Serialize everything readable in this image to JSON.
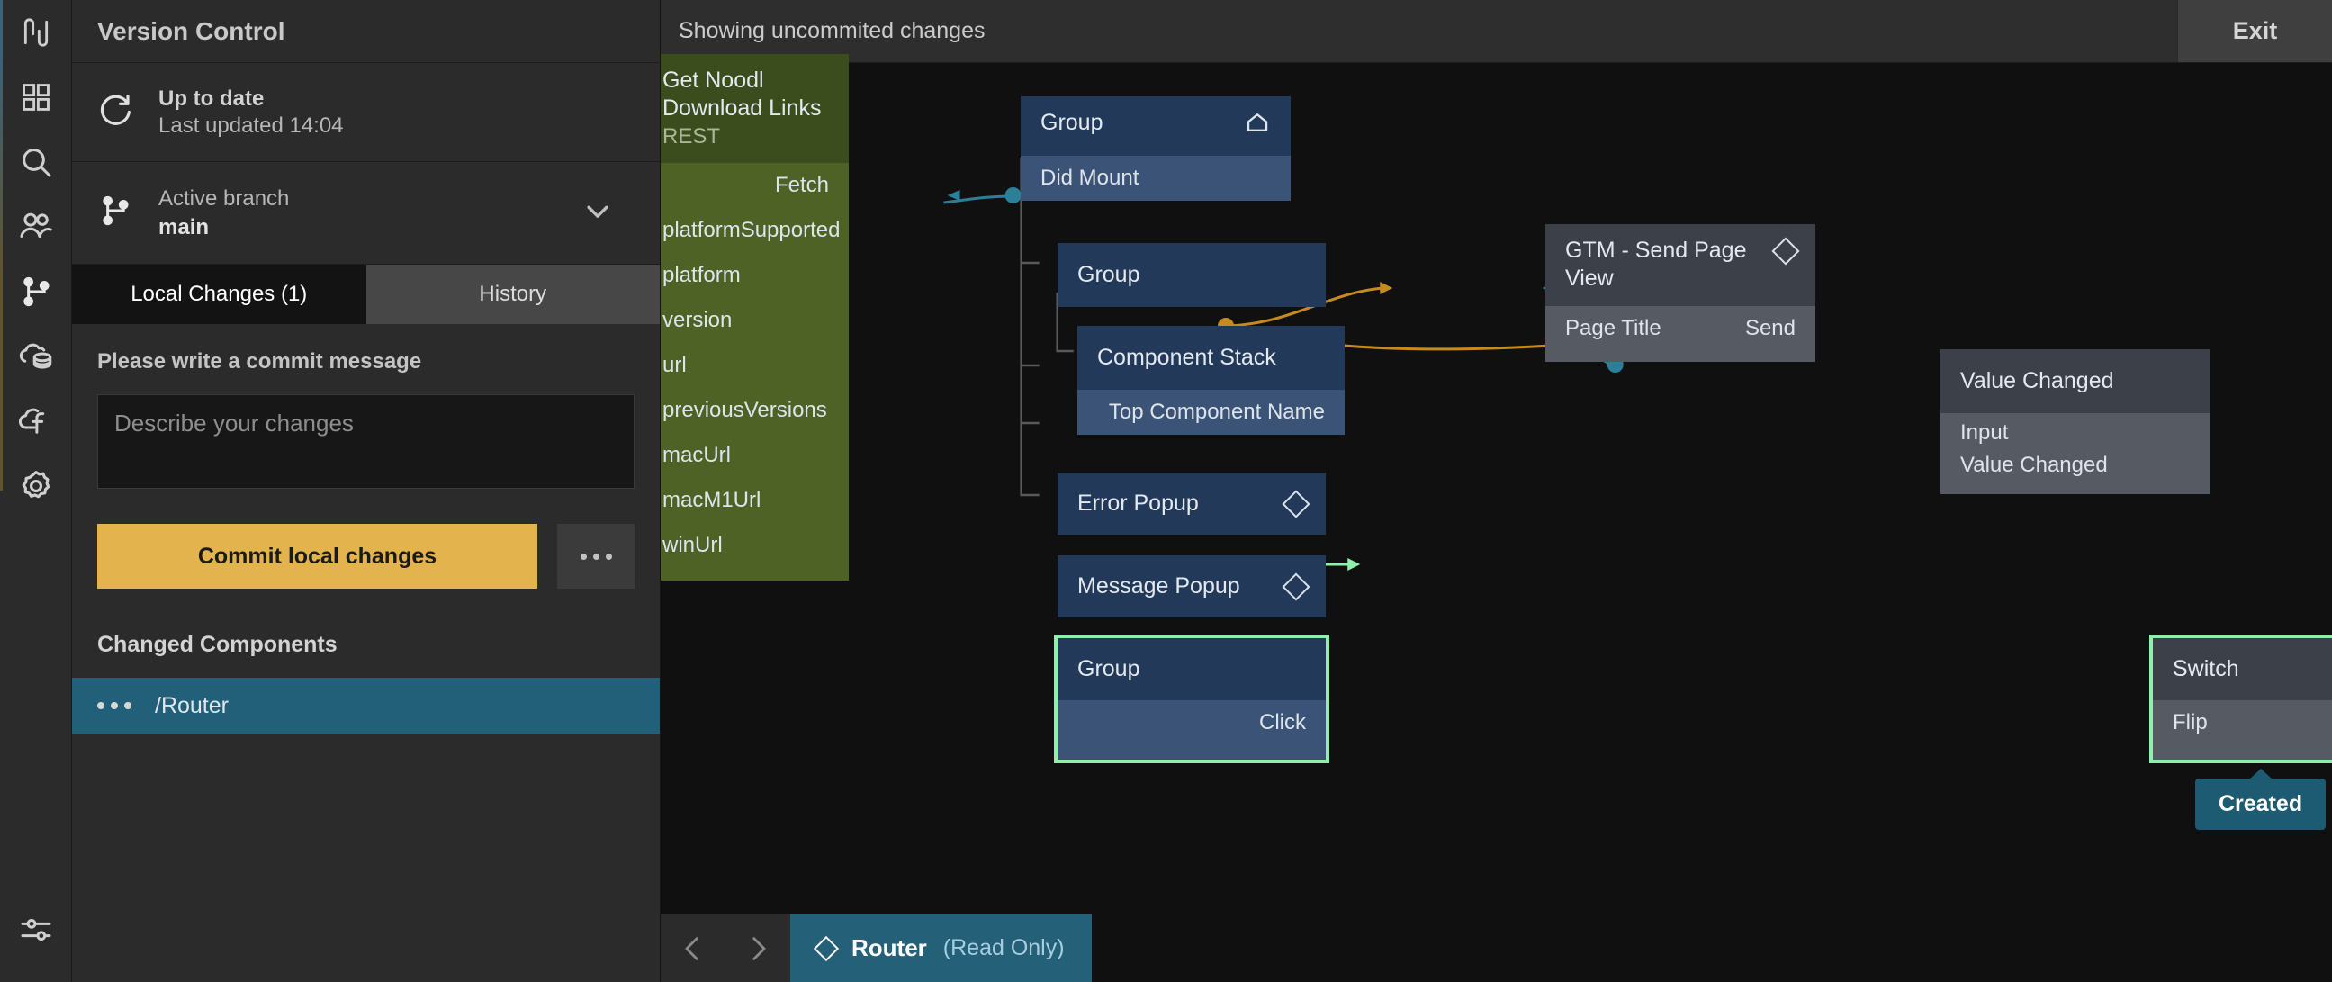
{
  "rail": {
    "items": [
      {
        "name": "noodl-logo-icon",
        "label": "Noodl"
      },
      {
        "name": "components-grid-icon",
        "label": "Components"
      },
      {
        "name": "search-icon",
        "label": "Search"
      },
      {
        "name": "users-icon",
        "label": "Users"
      },
      {
        "name": "version-control-branch-icon",
        "label": "Version Control"
      },
      {
        "name": "cloud-data-icon",
        "label": "Cloud Data"
      },
      {
        "name": "cloud-functions-icon",
        "label": "Cloud Functions"
      },
      {
        "name": "settings-gear-icon",
        "label": "Settings"
      }
    ],
    "bottom": {
      "name": "sliders-icon",
      "label": "Preferences"
    }
  },
  "panel": {
    "title": "Version Control",
    "status": {
      "icon": "refresh-icon",
      "headline": "Up to date",
      "sub": "Last updated 14:04"
    },
    "branch": {
      "icon": "branch-icon",
      "label": "Active branch",
      "value": "main",
      "chevron": "chevron-down-icon"
    },
    "tabs": [
      {
        "label": "Local Changes (1)",
        "active": true
      },
      {
        "label": "History",
        "active": false
      }
    ],
    "commit": {
      "label": "Please write a commit message",
      "placeholder": "Describe your changes",
      "value": "",
      "button": "Commit local changes",
      "more": "…"
    },
    "changed": {
      "title": "Changed Components",
      "items": [
        {
          "name": "/Router"
        }
      ]
    }
  },
  "topbar": {
    "message": "Showing uncommited changes",
    "exit": "Exit"
  },
  "graph": {
    "nodes": [
      {
        "id": "rest",
        "title": "Get Noodl Download Links",
        "subtitle": "REST",
        "ports": [
          "Fetch",
          "platformSupported",
          "platform",
          "version",
          "url",
          "previousVersions",
          "macUrl",
          "macM1Url",
          "winUrl"
        ]
      },
      {
        "id": "group-root",
        "title": "Group",
        "icon": "home-icon",
        "ports": [
          "Did Mount"
        ]
      },
      {
        "id": "group-2",
        "title": "Group",
        "ports": []
      },
      {
        "id": "component-stack",
        "title": "Component Stack",
        "ports": [
          "Top Component Name"
        ]
      },
      {
        "id": "error-popup",
        "title": "Error Popup",
        "icon": "diamond-icon",
        "ports": []
      },
      {
        "id": "message-popup",
        "title": "Message Popup",
        "icon": "diamond-icon",
        "ports": []
      },
      {
        "id": "group-click",
        "title": "Group",
        "ports": [
          "Click"
        ],
        "selected": true
      },
      {
        "id": "gtm",
        "title": "GTM - Send Page View",
        "icon": "diamond-icon",
        "ports": [
          "Page Title",
          "Send"
        ]
      },
      {
        "id": "value-changed",
        "title": "Value Changed",
        "ports": [
          "Input",
          "Value Changed"
        ]
      },
      {
        "id": "switch",
        "title": "Switch",
        "icon": "dot-icon",
        "ports": [
          "Flip"
        ],
        "selected": true
      }
    ],
    "tooltip": "Created",
    "colors": {
      "edge_blue": "#2c7f99",
      "edge_orange": "#c58b1e",
      "edge_green": "#8ff0ab",
      "selection": "#8ff0ab",
      "commit_button": "#e3b34d",
      "changed_row": "#226079",
      "node_blue_header": "#23395a",
      "node_blue_body": "#3c5378",
      "node_slate_header": "#3c4049",
      "node_slate_body": "#565a63",
      "node_green_header": "#3b4d1c",
      "node_green_body": "#4e6226"
    }
  },
  "bottombar": {
    "prev": "‹",
    "next": "›",
    "crumb_icon": "diamond-icon",
    "crumb_name": "Router",
    "crumb_state": "(Read Only)"
  }
}
